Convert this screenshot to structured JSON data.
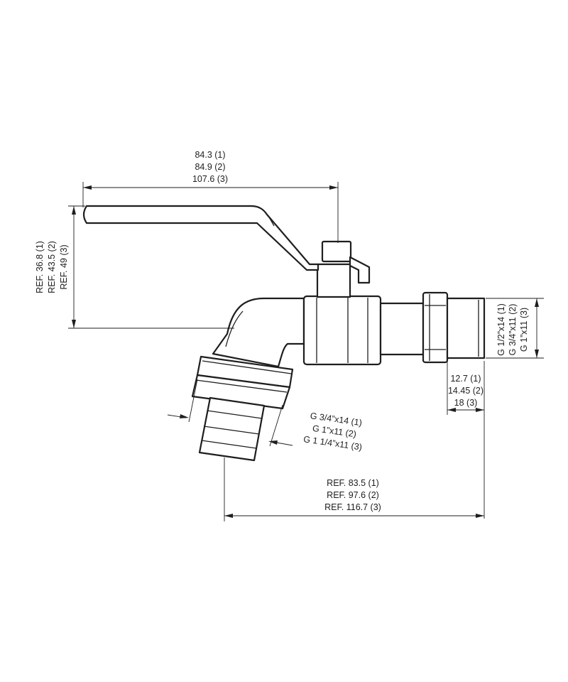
{
  "drawing": {
    "overall_length": [
      "84.3 (1)",
      "84.9 (2)",
      "107.6 (3)"
    ],
    "height": [
      "REF. 36.8 (1)",
      "REF. 43.5 (2)",
      "REF. 49 (3)"
    ],
    "inlet_thread": [
      "G 1/2”x14 (1)",
      "G 3/4”x11 (2)",
      "G 1”x11 (3)"
    ],
    "inlet_thread_length": [
      "12.7 (1)",
      "14.45 (2)",
      "18 (3)"
    ],
    "outlet_thread": [
      "G 3/4”x14 (1)",
      "G 1”x11 (2)",
      "G 1 1/4”x11 (3)"
    ],
    "outlet_offset": [
      "REF. 83.5 (1)",
      "REF. 97.6 (2)",
      "REF. 116.7 (3)"
    ]
  }
}
